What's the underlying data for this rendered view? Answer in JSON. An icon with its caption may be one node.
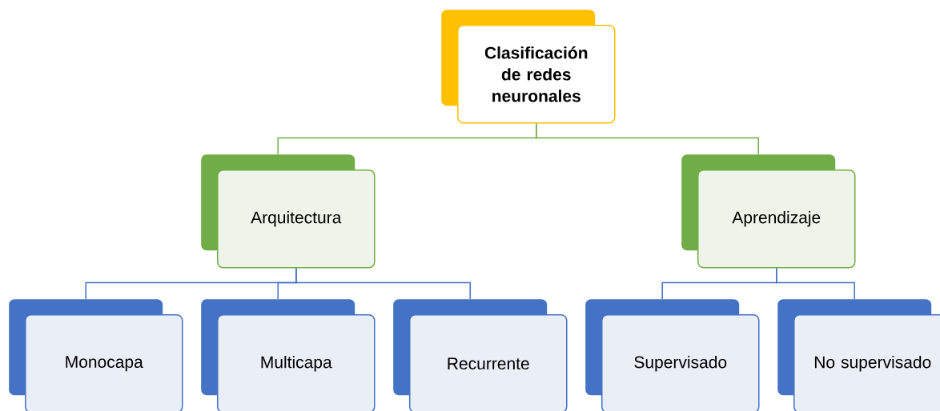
{
  "diagram": {
    "nodes": [
      {
        "text": [
          "Clasificación de redes neuronales"
        ]
      },
      {
        "text": [
          "Arquitectura"
        ]
      },
      {
        "text": [
          "Aprendizaje"
        ]
      },
      {
        "text": [
          "Monocapa"
        ]
      },
      {
        "text": [
          "Multicapa"
        ]
      },
      {
        "text": [
          "Recurrente"
        ]
      },
      {
        "text": [
          "Supervisado"
        ]
      },
      {
        "text": [
          "No supervisado"
        ]
      }
    ],
    "edges": [
      {
        "from": 0,
        "to": 1,
        "arrow": "none",
        "color": "#70ad47"
      },
      {
        "from": 0,
        "to": 2,
        "arrow": "none",
        "color": "#70ad47"
      },
      {
        "from": 1,
        "to": 3,
        "arrow": "none"
      },
      {
        "from": 1,
        "to": 4,
        "arrow": "none"
      },
      {
        "from": 1,
        "to": 5,
        "arrow": "none"
      },
      {
        "from": 2,
        "to": 6,
        "arrow": "none"
      },
      {
        "from": 2,
        "to": 7,
        "arrow": "none"
      }
    ]
  }
}
